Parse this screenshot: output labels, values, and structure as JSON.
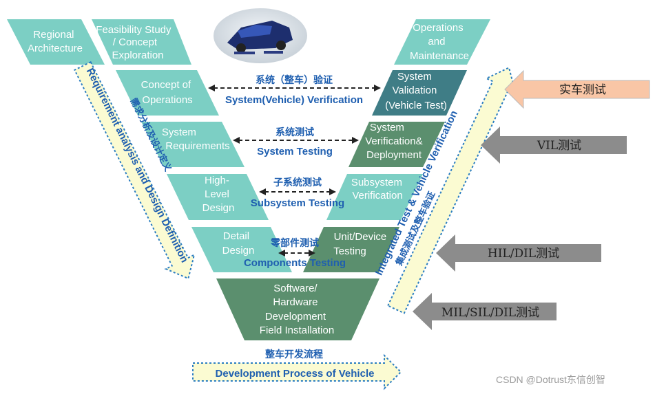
{
  "left_blocks": [
    {
      "lines": [
        "Regional",
        "Architecture"
      ]
    },
    {
      "lines": [
        "Feasibility Study",
        "/ Concept",
        "Exploration"
      ]
    },
    {
      "lines": [
        "Concept of",
        "Operations"
      ]
    },
    {
      "lines": [
        "System",
        "Requirements"
      ]
    },
    {
      "lines": [
        "High-",
        "Level",
        "Design"
      ]
    },
    {
      "lines": [
        "Detail",
        "Design"
      ]
    }
  ],
  "bottom_block": {
    "lines": [
      "Software/",
      "Hardware",
      "Development",
      "Field Installation"
    ]
  },
  "right_blocks": [
    {
      "lines": [
        "Operations",
        "and",
        "Maintenance"
      ]
    },
    {
      "lines": [
        "System",
        "Validation",
        "(Vehicle Test)"
      ]
    },
    {
      "lines": [
        "System",
        "Verification&",
        "Deployment"
      ]
    },
    {
      "lines": [
        "Subsystem",
        "Verification"
      ]
    },
    {
      "lines": [
        "Unit/Device",
        "Testing"
      ]
    }
  ],
  "links": [
    {
      "cn": "系统（整车）验证",
      "en": "System(Vehicle) Verification"
    },
    {
      "cn": "系统测试",
      "en": "System Testing"
    },
    {
      "cn": "子系统测试",
      "en": "Subsystem Testing"
    },
    {
      "cn": "零部件测试",
      "en": "Components Testing"
    }
  ],
  "left_arrow": {
    "en": "Requirement analysis and Design Definition",
    "cn": "需求分析及设计定义"
  },
  "right_arrow": {
    "en": "Integrated Test & Vehicle Verification",
    "cn": "集成测试及整车验证"
  },
  "bottom_arrow": {
    "cn": "整车开发流程",
    "en": "Development Process of Vehicle"
  },
  "test_arrows": [
    {
      "label": "实车测试",
      "color": "#f9c6a6"
    },
    {
      "label": "VIL测试",
      "color": "#8c8c8c"
    },
    {
      "label": "HIL/DIL测试",
      "color": "#8c8c8c"
    },
    {
      "label": "MIL/SIL/DIL测试",
      "color": "#8c8c8c"
    }
  ],
  "watermark": "CSDN @Dotrust东信创智",
  "colors": {
    "teal": "#7ccfc4",
    "dark_teal": "#3f7d86",
    "green": "#5b8f6e",
    "arrow_fill": "#fbfbd2",
    "link_blue": "#1f5fb0"
  }
}
